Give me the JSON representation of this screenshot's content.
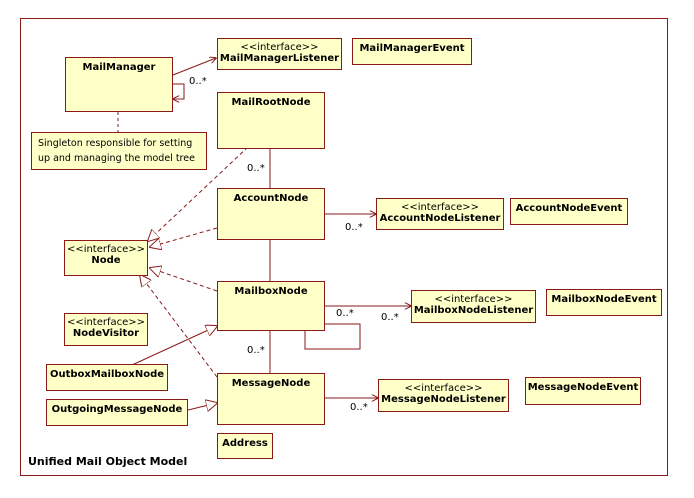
{
  "diagram": {
    "title": "Unified Mail Object Model",
    "stereotype": "<<interface>>",
    "note": {
      "line1": "Singleton responsible for setting",
      "line2": "up and managing the model tree"
    },
    "classes": {
      "mail_manager": "MailManager",
      "mail_manager_listener": "MailManagerListener",
      "mail_manager_event": "MailManagerEvent",
      "mail_root_node": "MailRootNode",
      "account_node": "AccountNode",
      "account_node_listener": "AccountNodeListener",
      "account_node_event": "AccountNodeEvent",
      "node": "Node",
      "mailbox_node": "MailboxNode",
      "mailbox_node_listener": "MailboxNodeListener",
      "mailbox_node_event": "MailboxNodeEvent",
      "node_visitor": "NodeVisitor",
      "outbox_mailbox_node": "OutboxMailboxNode",
      "message_node": "MessageNode",
      "message_node_listener": "MessageNodeListener",
      "message_node_event": "MessageNodeEvent",
      "outgoing_message_node": "OutgoingMessageNode",
      "address": "Address"
    },
    "multiplicities": {
      "manager_listener": "0..*",
      "root_account": "0..*",
      "account_listener": "0..*",
      "mailbox_self": "0..*",
      "mailbox_listener": "0..*",
      "mailbox_message": "0..*",
      "message_listener": "0..*"
    },
    "colors": {
      "class_fill": "#ffffc8",
      "line": "#8a1a1a"
    }
  }
}
